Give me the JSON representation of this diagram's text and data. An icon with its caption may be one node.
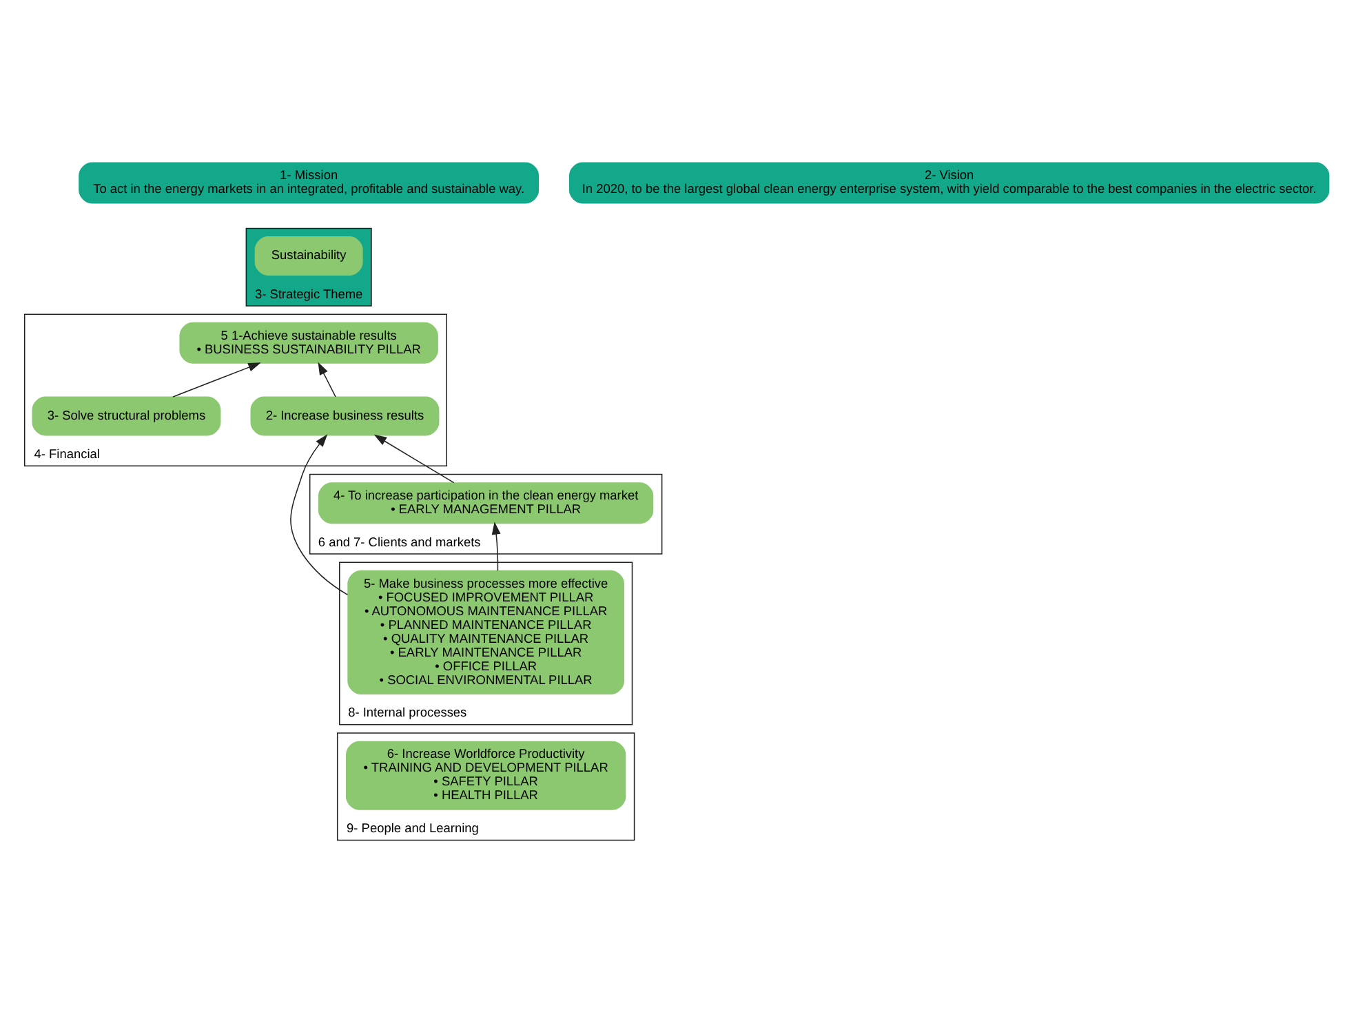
{
  "diagram": {
    "nodes": [
      {
        "text": [
          "1- Mission",
          "To act in the energy markets in an integrated, profitable and sustainable way."
        ]
      },
      {
        "text": [
          "2- Vision",
          "In 2020, to be the largest global clean energy enterprise system, with yield comparable to the best companies in the electric sector."
        ]
      },
      {
        "text": [
          "3- Strategic Theme"
        ]
      },
      {
        "text": [
          "Sustainability"
        ],
        "in": 2
      },
      {
        "text": [
          "4- Financial"
        ]
      },
      {
        "text": [
          "5 1-Achieve sustainable results",
          "• BUSINESS SUSTAINABILITY PILLAR"
        ],
        "in": 4
      },
      {
        "text": [
          "2- Increase business results"
        ],
        "in": 4
      },
      {
        "text": [
          "3- Solve structural problems"
        ],
        "in": 4
      },
      {
        "text": [
          "6 and 7- Clients and markets"
        ]
      },
      {
        "text": [
          "4- To increase participation in the clean energy market",
          "• EARLY MANAGEMENT PILLAR"
        ],
        "in": 8
      },
      {
        "text": [
          "8- Internal processes"
        ]
      },
      {
        "text": [
          "5- Make business processes more effective",
          "• FOCUSED IMPROVEMENT PILLAR",
          "• AUTONOMOUS MAINTENANCE PILLAR",
          "• PLANNED MAINTENANCE PILLAR",
          "• QUALITY MAINTENANCE PILLAR",
          "• EARLY MAINTENANCE PILLAR",
          "• OFFICE PILLAR",
          "• SOCIAL ENVIRONMENTAL PILLAR"
        ],
        "in": 10
      },
      {
        "text": [
          "9- People and Learning"
        ]
      },
      {
        "text": [
          "6- Increase Worldforce Productivity",
          "• TRAINING AND DEVELOPMENT PILLAR",
          "• SAFETY PILLAR",
          "• HEALTH PILLAR"
        ],
        "in": 12
      }
    ],
    "edges": [
      {
        "from": 6,
        "to": 5,
        "arrow": "to"
      },
      {
        "from": 7,
        "to": 5,
        "arrow": "to"
      },
      {
        "from": 9,
        "to": 6,
        "arrow": "to"
      },
      {
        "from": 11,
        "to": 6,
        "arrow": "to"
      },
      {
        "from": 11,
        "to": 9,
        "arrow": "to"
      }
    ]
  }
}
